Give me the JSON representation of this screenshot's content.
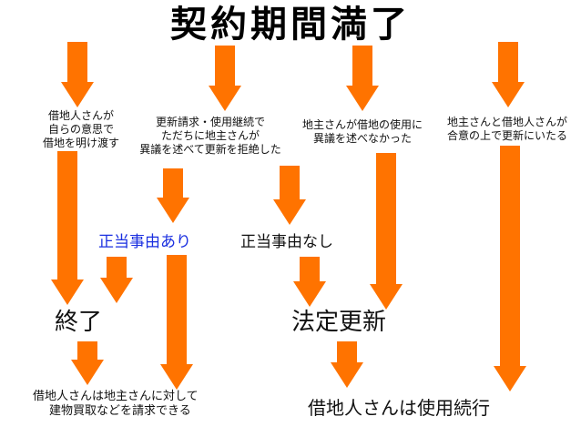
{
  "title": "契約期間満了",
  "arrow_color": "#ff7300",
  "conditions": {
    "c1": [
      "借地人さんが",
      "自らの意思で",
      "借地を明け渡す"
    ],
    "c2": [
      "更新請求・使用継続で",
      "ただちに地主さんが",
      "異議を述べて更新を拒絶した"
    ],
    "c3": [
      "地主さんが借地の使用に",
      "異議を述べなかった"
    ],
    "c4": [
      "地主さんと借地人さんが",
      "合意の上で更新にいたる"
    ]
  },
  "just_cause_yes": "正当事由あり",
  "just_cause_no": "正当事由なし",
  "end_label": "終了",
  "renewal_label": "法定更新",
  "end_result": [
    "借地人さんは地主さんに対して",
    "建物買取などを請求できる"
  ],
  "renewal_result": "借地人さんは使用続行",
  "colors": {
    "emphasis_text": "#1a2fe0"
  }
}
